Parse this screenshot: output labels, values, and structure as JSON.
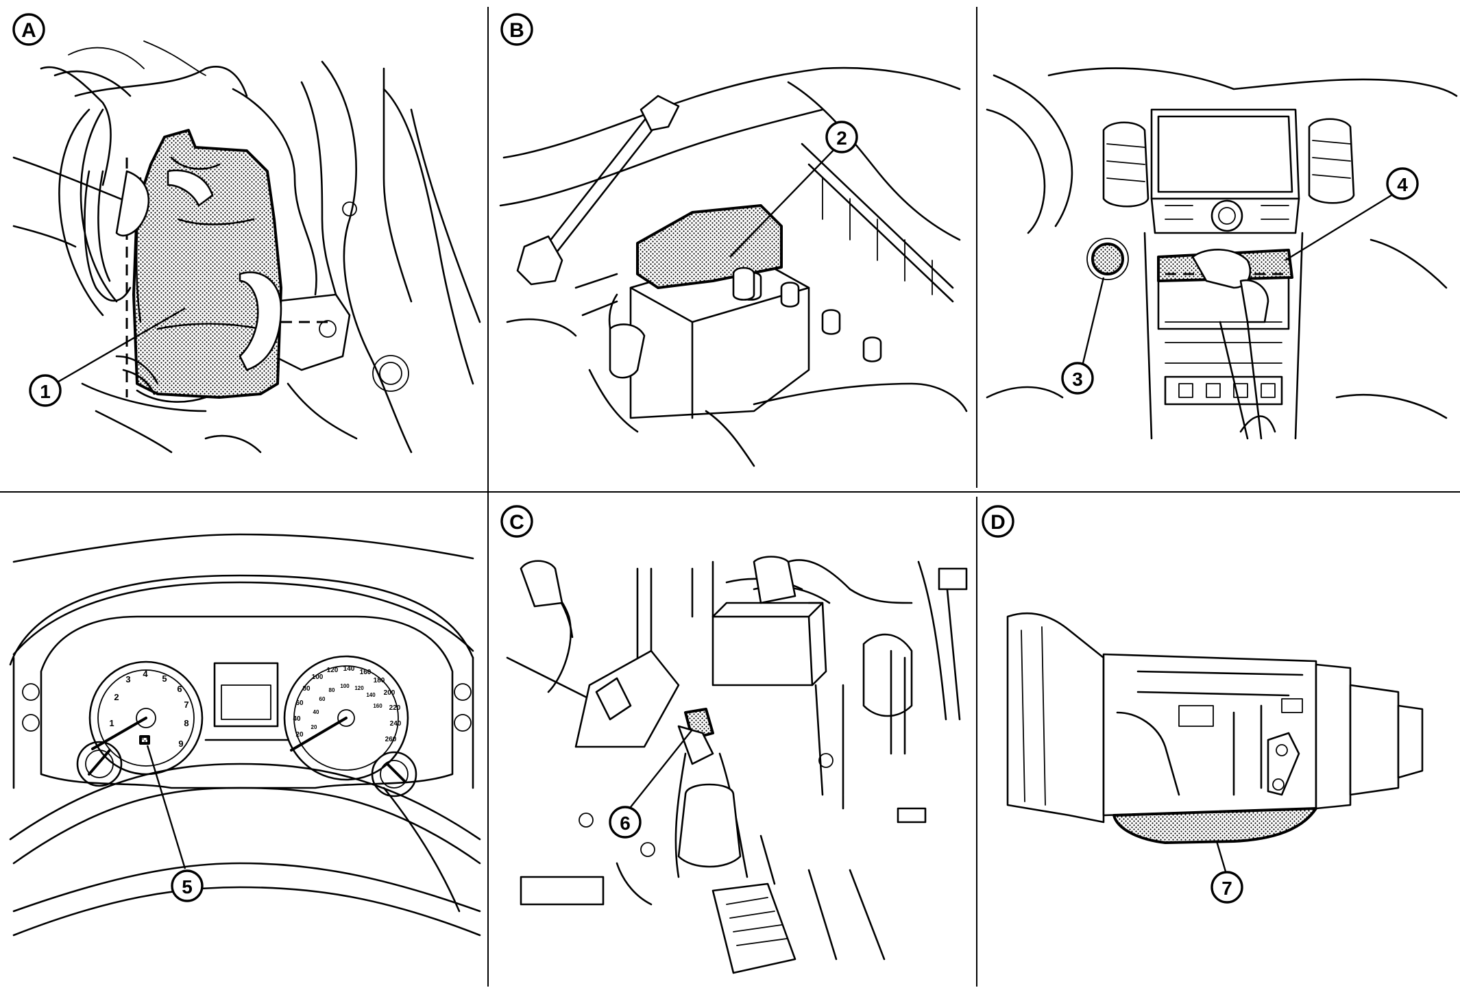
{
  "figure": {
    "panels": [
      {
        "id": "A",
        "letter": "A"
      },
      {
        "id": "B",
        "letter": "B"
      },
      {
        "id": "CD-top",
        "letter": ""
      },
      {
        "id": "meter",
        "letter": ""
      },
      {
        "id": "C",
        "letter": "C"
      },
      {
        "id": "D",
        "letter": "D"
      }
    ],
    "callouts": [
      {
        "number": "1"
      },
      {
        "number": "2"
      },
      {
        "number": "3"
      },
      {
        "number": "4"
      },
      {
        "number": "5"
      },
      {
        "number": "6"
      },
      {
        "number": "7"
      }
    ],
    "speedometer_scale": [
      "20",
      "40",
      "60",
      "80",
      "100",
      "120",
      "140",
      "160",
      "180",
      "200",
      "220",
      "240",
      "260"
    ],
    "speedometer_inner_scale": [
      "20",
      "40",
      "60",
      "80",
      "100",
      "120",
      "140",
      "160"
    ],
    "tachometer_scale": [
      "1",
      "2",
      "3",
      "4",
      "5",
      "6",
      "7",
      "8",
      "9"
    ]
  },
  "colors": {
    "line": "#000000",
    "background": "#ffffff",
    "highlight_dots": "#000000"
  }
}
